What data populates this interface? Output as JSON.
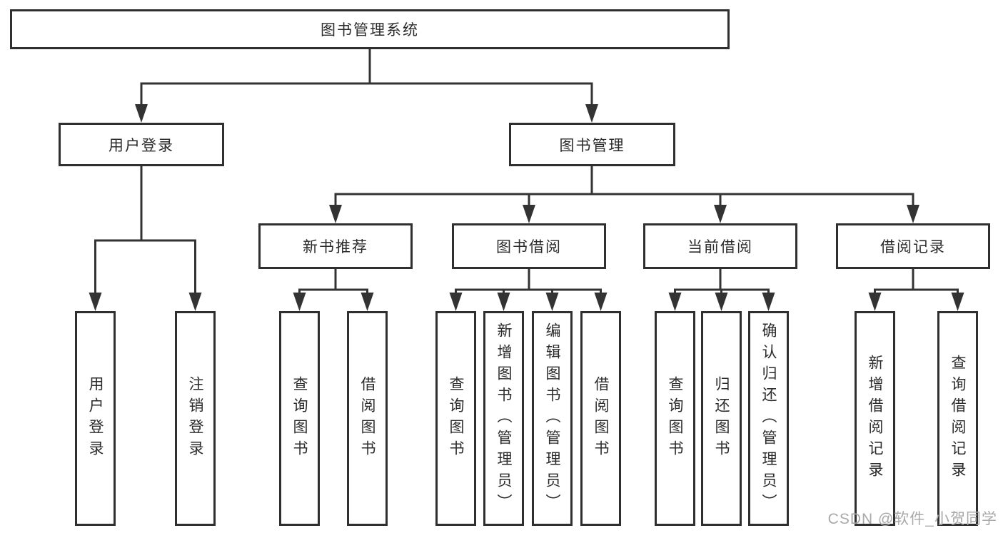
{
  "diagram": {
    "title": "图书管理系统",
    "root": {
      "label": "图书管理系统"
    },
    "branches": [
      {
        "label": "用户登录",
        "children": [
          {
            "label": "用户登录"
          },
          {
            "label": "注销登录"
          }
        ]
      },
      {
        "label": "图书管理",
        "children": [
          {
            "label": "新书推荐",
            "children": [
              {
                "label": "查询图书"
              },
              {
                "label": "借阅图书"
              }
            ]
          },
          {
            "label": "图书借阅",
            "children": [
              {
                "label": "查询图书"
              },
              {
                "label": "新增图书（管理员）"
              },
              {
                "label": "编辑图书（管理员）"
              },
              {
                "label": "借阅图书"
              }
            ]
          },
          {
            "label": "当前借阅",
            "children": [
              {
                "label": "查询图书"
              },
              {
                "label": "归还图书"
              },
              {
                "label": "确认归还（管理员）"
              }
            ]
          },
          {
            "label": "借阅记录",
            "children": [
              {
                "label": "新增借阅记录"
              },
              {
                "label": "查询借阅记录"
              }
            ]
          }
        ]
      }
    ]
  },
  "watermark": {
    "text": "CSDN @软件_小贺同学"
  },
  "colors": {
    "line": "#333333",
    "box_border": "#2f2f2f",
    "text": "#2b2b2b",
    "watermark": "#a9a9a9",
    "background": "#ffffff"
  }
}
